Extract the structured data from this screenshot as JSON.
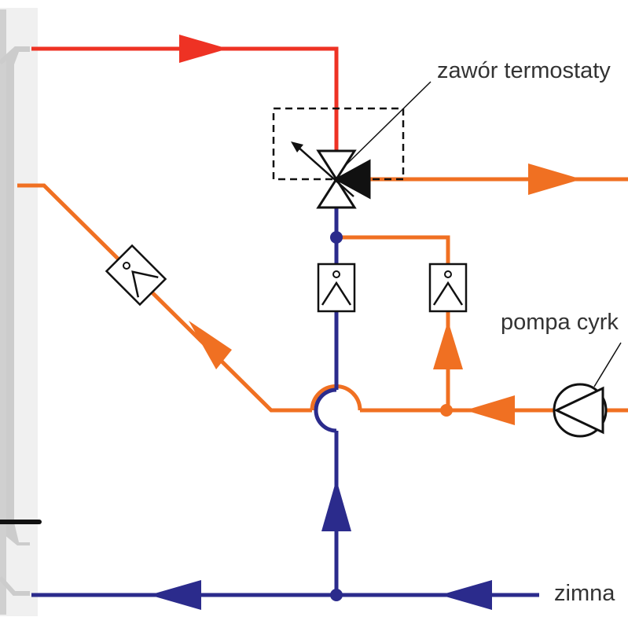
{
  "labels": {
    "valve": "zawór termostaty",
    "pump": "pompa cyrk",
    "cold": "zimna"
  },
  "colors": {
    "hot": "#ee3224",
    "circulation": "#f07022",
    "cold": "#2b2b8c",
    "tank_bg": "#f0f0f0",
    "tank": "#cccccc",
    "symbol": "#111111"
  }
}
